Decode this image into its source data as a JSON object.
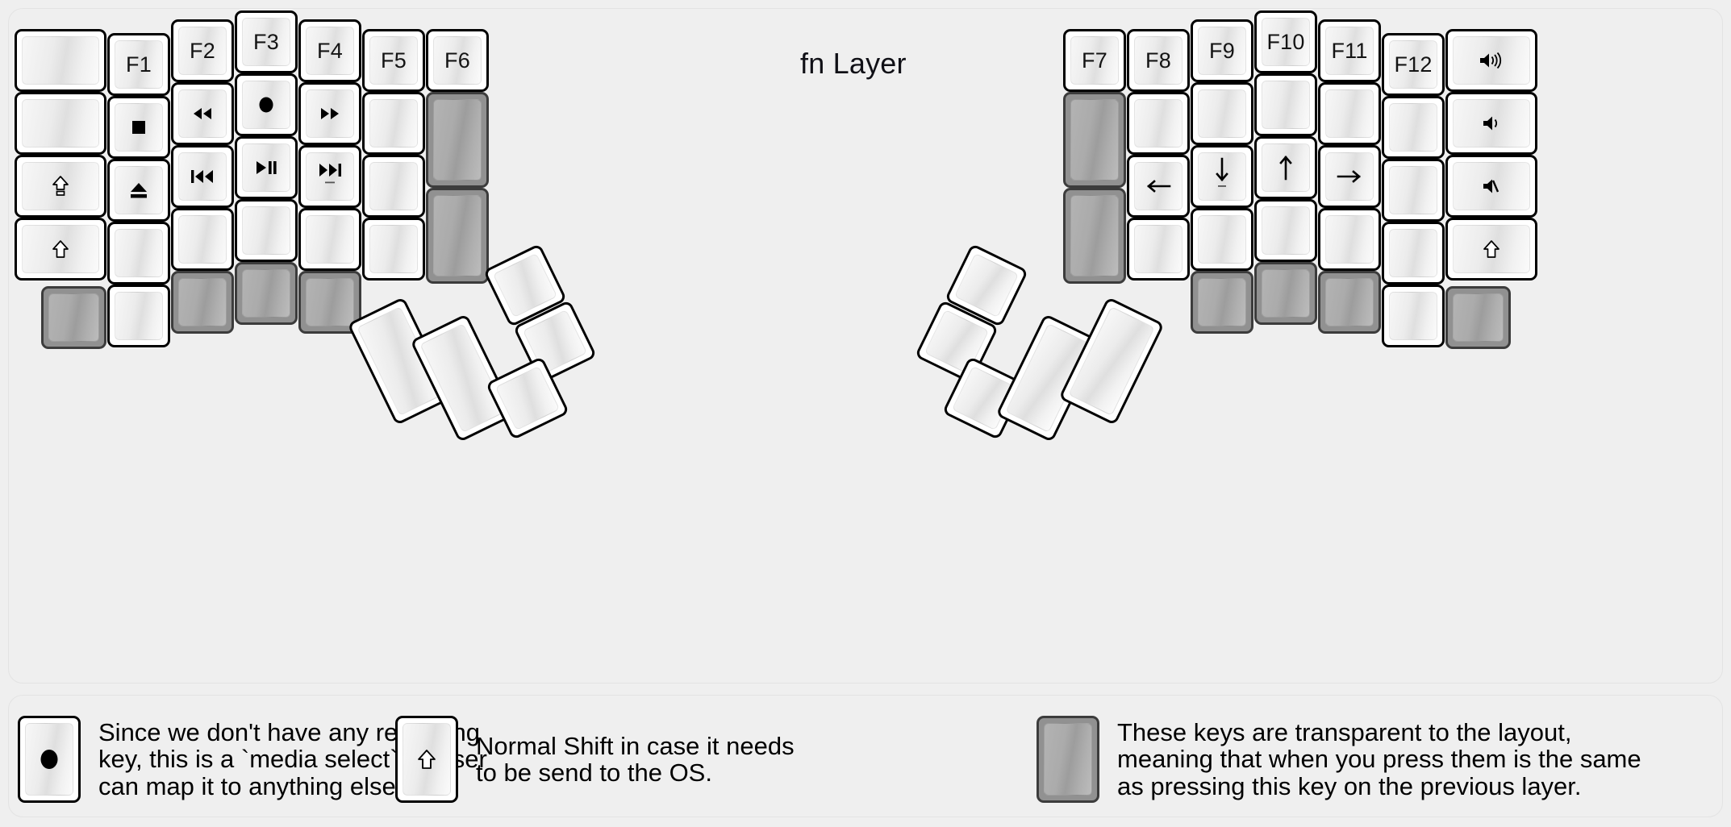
{
  "title": "fn Layer",
  "colors": {
    "background": "#efefef",
    "key_face": "#ffffff",
    "key_border": "#000000",
    "transparent_key": "#919191",
    "text": "#000000"
  },
  "keyboard": {
    "name": "split ergonomic columnar keyboard",
    "left_half": {
      "columns": [
        {
          "name": "pinky-outer",
          "width_u": 1.5,
          "keys": [
            {
              "label": "",
              "icon": "",
              "type": "normal"
            },
            {
              "label": "",
              "icon": "",
              "type": "normal"
            },
            {
              "label": "",
              "icon": "caps-lock-icon",
              "type": "normal"
            },
            {
              "label": "",
              "icon": "shift-icon",
              "type": "normal"
            },
            {
              "label": "",
              "icon": "",
              "type": "transparent"
            }
          ]
        },
        {
          "name": "pinky",
          "width_u": 1,
          "keys": [
            {
              "label": "F1",
              "icon": "",
              "type": "normal"
            },
            {
              "label": "",
              "icon": "media-stop-icon",
              "type": "normal"
            },
            {
              "label": "",
              "icon": "eject-icon",
              "type": "normal"
            },
            {
              "label": "",
              "icon": "",
              "type": "normal"
            },
            {
              "label": "",
              "icon": "",
              "type": "normal"
            }
          ]
        },
        {
          "name": "ring",
          "width_u": 1,
          "keys": [
            {
              "label": "F2",
              "icon": "",
              "type": "normal"
            },
            {
              "label": "",
              "icon": "media-rewind-icon",
              "type": "normal"
            },
            {
              "label": "",
              "icon": "media-previous-icon",
              "type": "normal"
            },
            {
              "label": "",
              "icon": "",
              "type": "normal"
            },
            {
              "label": "",
              "icon": "",
              "type": "transparent"
            }
          ]
        },
        {
          "name": "middle",
          "width_u": 1,
          "keys": [
            {
              "label": "F3",
              "icon": "",
              "type": "normal"
            },
            {
              "label": "",
              "icon": "media-record-icon",
              "type": "normal"
            },
            {
              "label": "",
              "icon": "media-play-pause-icon",
              "type": "normal"
            },
            {
              "label": "",
              "icon": "",
              "type": "normal"
            },
            {
              "label": "",
              "icon": "",
              "type": "transparent"
            }
          ]
        },
        {
          "name": "index",
          "width_u": 1,
          "keys": [
            {
              "label": "F4",
              "icon": "",
              "type": "normal"
            },
            {
              "label": "",
              "icon": "media-fast-forward-icon",
              "type": "normal"
            },
            {
              "label": "",
              "icon": "media-next-icon",
              "type": "normal"
            },
            {
              "label": "",
              "icon": "",
              "type": "normal"
            },
            {
              "label": "",
              "icon": "",
              "type": "transparent"
            }
          ]
        },
        {
          "name": "index-inner",
          "width_u": 1,
          "keys": [
            {
              "label": "F5",
              "icon": "",
              "type": "normal"
            },
            {
              "label": "",
              "icon": "",
              "type": "normal"
            },
            {
              "label": "",
              "icon": "",
              "type": "normal"
            },
            {
              "label": "",
              "icon": "",
              "type": "normal"
            }
          ]
        },
        {
          "name": "inner-extra",
          "width_u": 1,
          "keys": [
            {
              "label": "F6",
              "icon": "",
              "type": "normal"
            },
            {
              "label": "",
              "icon": "",
              "type": "transparent",
              "height_u": 2
            },
            {
              "label": "",
              "icon": "",
              "type": "transparent",
              "height_u": 2
            }
          ]
        }
      ],
      "thumb_cluster": [
        {
          "name": "thumb-big-outer",
          "icon": "",
          "type": "normal",
          "size": "1x2"
        },
        {
          "name": "thumb-big-inner",
          "icon": "",
          "type": "normal",
          "size": "1x2"
        },
        {
          "name": "thumb-top",
          "icon": "",
          "type": "normal",
          "size": "1x1"
        },
        {
          "name": "thumb-mid",
          "icon": "",
          "type": "normal",
          "size": "1x1"
        },
        {
          "name": "thumb-bottom",
          "icon": "",
          "type": "normal",
          "size": "1x1"
        }
      ]
    },
    "right_half": {
      "columns": [
        {
          "name": "index-inner",
          "width_u": 1,
          "keys": [
            {
              "label": "F7",
              "icon": "",
              "type": "normal"
            },
            {
              "label": "",
              "icon": "",
              "type": "transparent",
              "height_u": 2
            },
            {
              "label": "",
              "icon": "",
              "type": "transparent",
              "height_u": 2
            }
          ]
        },
        {
          "name": "index",
          "width_u": 1,
          "keys": [
            {
              "label": "F8",
              "icon": "",
              "type": "normal"
            },
            {
              "label": "",
              "icon": "",
              "type": "normal"
            },
            {
              "label": "",
              "icon": "arrow-left-icon",
              "type": "normal"
            },
            {
              "label": "",
              "icon": "",
              "type": "normal"
            }
          ]
        },
        {
          "name": "middle",
          "width_u": 1,
          "keys": [
            {
              "label": "F9",
              "icon": "",
              "type": "normal"
            },
            {
              "label": "",
              "icon": "",
              "type": "normal"
            },
            {
              "label": "",
              "icon": "arrow-down-icon",
              "type": "normal"
            },
            {
              "label": "",
              "icon": "",
              "type": "normal"
            },
            {
              "label": "",
              "icon": "",
              "type": "transparent"
            }
          ]
        },
        {
          "name": "ring",
          "width_u": 1,
          "keys": [
            {
              "label": "F10",
              "icon": "",
              "type": "normal"
            },
            {
              "label": "",
              "icon": "",
              "type": "normal"
            },
            {
              "label": "",
              "icon": "arrow-up-icon",
              "type": "normal"
            },
            {
              "label": "",
              "icon": "",
              "type": "normal"
            },
            {
              "label": "",
              "icon": "",
              "type": "transparent"
            }
          ]
        },
        {
          "name": "pinky",
          "width_u": 1,
          "keys": [
            {
              "label": "F11",
              "icon": "",
              "type": "normal"
            },
            {
              "label": "",
              "icon": "",
              "type": "normal"
            },
            {
              "label": "",
              "icon": "arrow-right-icon",
              "type": "normal"
            },
            {
              "label": "",
              "icon": "",
              "type": "normal"
            },
            {
              "label": "",
              "icon": "",
              "type": "transparent"
            }
          ]
        },
        {
          "name": "pinky-outer",
          "width_u": 1,
          "keys": [
            {
              "label": "F12",
              "icon": "",
              "type": "normal"
            },
            {
              "label": "",
              "icon": "",
              "type": "normal"
            },
            {
              "label": "",
              "icon": "",
              "type": "normal"
            },
            {
              "label": "",
              "icon": "",
              "type": "normal"
            },
            {
              "label": "",
              "icon": "",
              "type": "normal"
            }
          ]
        },
        {
          "name": "outer-extra",
          "width_u": 1.5,
          "keys": [
            {
              "label": "",
              "icon": "volume-up-icon",
              "type": "normal"
            },
            {
              "label": "",
              "icon": "volume-down-icon",
              "type": "normal"
            },
            {
              "label": "",
              "icon": "volume-mute-icon",
              "type": "normal"
            },
            {
              "label": "",
              "icon": "shift-icon",
              "type": "normal"
            },
            {
              "label": "",
              "icon": "",
              "type": "transparent"
            }
          ]
        }
      ],
      "thumb_cluster": [
        {
          "name": "thumb-top",
          "icon": "",
          "type": "normal",
          "size": "1x1"
        },
        {
          "name": "thumb-mid",
          "icon": "",
          "type": "normal",
          "size": "1x1"
        },
        {
          "name": "thumb-bottom",
          "icon": "",
          "type": "normal",
          "size": "1x1"
        },
        {
          "name": "thumb-big-inner",
          "icon": "",
          "type": "normal",
          "size": "1x2"
        },
        {
          "name": "thumb-big-outer",
          "icon": "",
          "type": "normal",
          "size": "1x2"
        }
      ]
    }
  },
  "legend": {
    "items": [
      {
        "key_icon": "media-record-icon",
        "key_type": "normal",
        "text": "Since we don't have any recording\nkey, this is a `media select` so user\ncan map it to anything else."
      },
      {
        "key_icon": "shift-icon",
        "key_type": "normal",
        "text": "Normal Shift in case it needs\nto be send to the OS."
      },
      {
        "key_icon": "",
        "key_type": "transparent",
        "text": "These keys are transparent to the layout,\nmeaning that when you press them is the same\nas pressing this key on the previous layer."
      }
    ]
  }
}
